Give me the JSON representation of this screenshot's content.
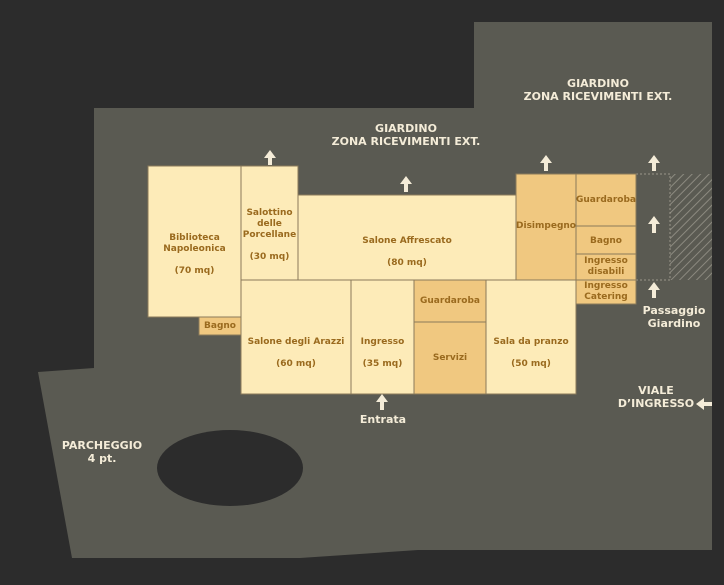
{
  "colors": {
    "background": "#2c2c2c",
    "grounds": "#5a5a52",
    "room_light": "#fdebb8",
    "room_dark": "#f0c880",
    "room_border": "#8a7a5a",
    "room_text": "#9a6a1e",
    "exterior_text": "#f4ecd8"
  },
  "rooms": {
    "biblioteca": {
      "name": "Biblioteca\nNapoleonica",
      "size": "(70 mq)"
    },
    "bagno_left": {
      "name": "Bagno"
    },
    "salottino": {
      "name": "Salottino\ndelle\nPorcellane",
      "size": "(30 mq)"
    },
    "salone_affrescato": {
      "name": "Salone Affrescato",
      "size": "(80 mq)"
    },
    "disimpegno": {
      "name": "Disimpegno"
    },
    "guardaroba_right": {
      "name": "Guardaroba"
    },
    "bagno_right": {
      "name": "Bagno"
    },
    "ingresso_disabili": {
      "name": "Ingresso\ndisabili"
    },
    "ingresso_catering": {
      "name": "Ingresso\nCatering"
    },
    "salone_arazzi": {
      "name": "Salone degli Arazzi",
      "size": "(60 mq)"
    },
    "ingresso": {
      "name": "Ingresso",
      "size": "(35 mq)"
    },
    "guardaroba_center": {
      "name": "Guardaroba"
    },
    "servizi": {
      "name": "Servizi"
    },
    "sala_pranzo": {
      "name": "Sala da pranzo",
      "size": "(50 mq)"
    }
  },
  "exterior": {
    "giardino_right": "GIARDINO\nZONA RICEVIMENTI EXT.",
    "giardino_center": "GIARDINO\nZONA RICEVIMENTI EXT.",
    "entrata": "Entrata",
    "passaggio": "Passaggio\nGiardino",
    "viale": "VIALE\nD’INGRESSO",
    "parcheggio": "PARCHEGGIO\n4 pt."
  }
}
